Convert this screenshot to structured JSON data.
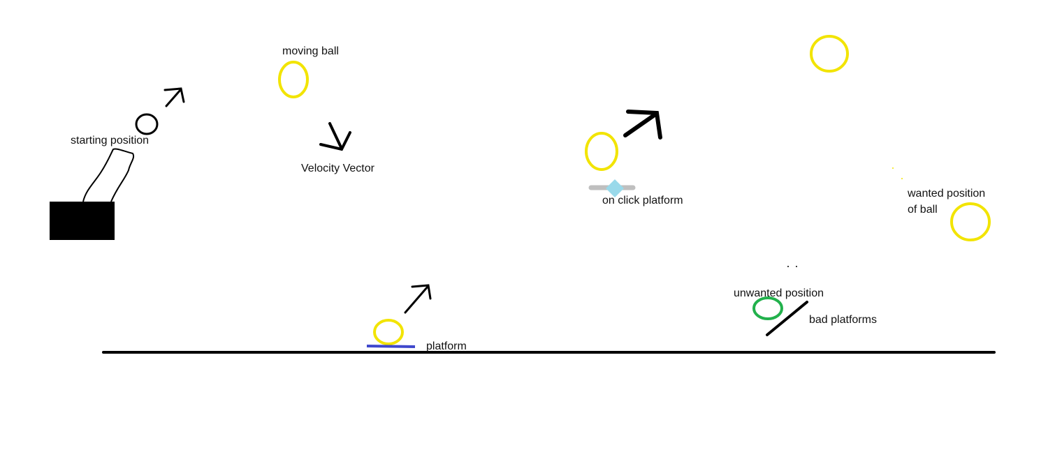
{
  "labels": {
    "moving_ball": "moving ball",
    "starting_position": "starting position",
    "velocity_vector": "Velocity Vector",
    "on_click_platform": "on click platform",
    "wanted_position_line1": "wanted position",
    "wanted_position_line2": "of ball",
    "unwanted_position": "unwanted position",
    "bad_platforms": "bad platforms",
    "platform": "platform"
  },
  "colors": {
    "ball": "#f2e400",
    "ink": "#000000",
    "platform": "#3f48cc",
    "on_click_platform": "#bfbfbf",
    "on_click_marker": "#99d9ea",
    "unwanted_ball": "#22b14c"
  }
}
